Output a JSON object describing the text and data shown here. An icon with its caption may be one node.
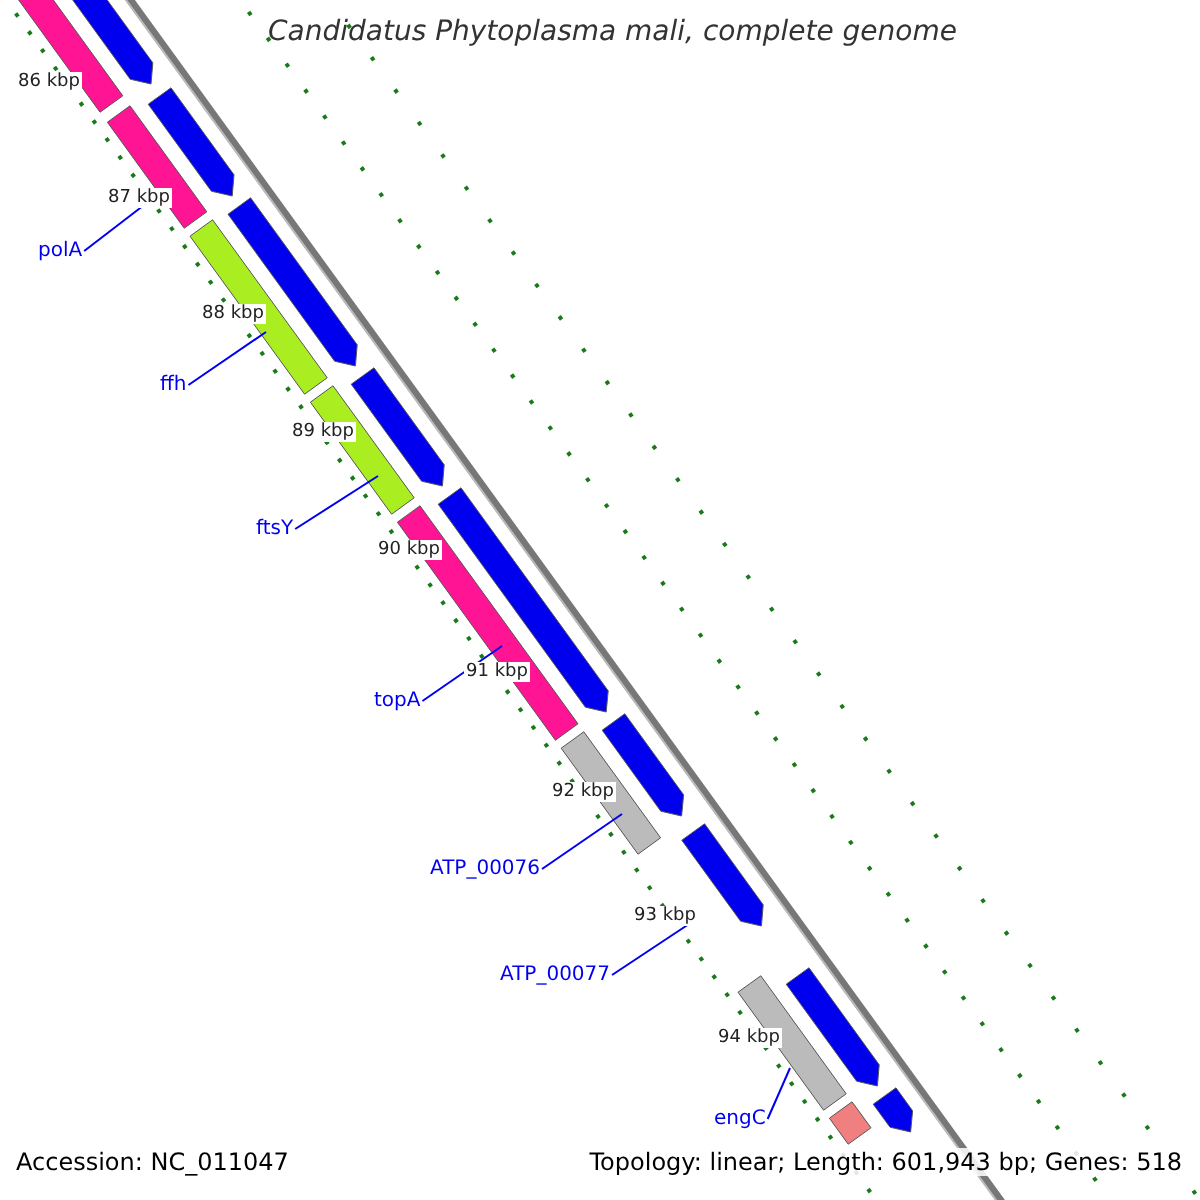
{
  "diagram": {
    "title": "Candidatus Phytoplasma mali, complete genome",
    "nodes": [
      {
        "text": [
          "polA"
        ]
      },
      {
        "text": [
          "ffh"
        ]
      },
      {
        "text": [
          "ftsY"
        ]
      },
      {
        "text": [
          "topA"
        ]
      },
      {
        "text": [
          "ATP_00076"
        ]
      },
      {
        "text": [
          "ATP_00077"
        ]
      },
      {
        "text": [
          "engC"
        ]
      },
      {
        "text": [],
        "shape": "bar"
      },
      {
        "text": [],
        "shape": "arrow"
      },
      {
        "text": [],
        "shape": "arrow"
      },
      {
        "text": [],
        "shape": "bar"
      },
      {
        "text": [],
        "shape": "arrow"
      },
      {
        "text": [],
        "shape": "bar"
      },
      {
        "text": [],
        "shape": "arrow"
      },
      {
        "text": [],
        "shape": "bar"
      },
      {
        "text": [],
        "shape": "arrow"
      },
      {
        "text": [],
        "shape": "bar"
      },
      {
        "text": [],
        "shape": "arrow"
      },
      {
        "text": [],
        "shape": "bar"
      },
      {
        "text": [],
        "shape": "arrow"
      },
      {
        "text": [],
        "shape": "arrow"
      },
      {
        "text": [],
        "shape": "bar"
      },
      {
        "text": [],
        "shape": "arrow"
      },
      {
        "text": [],
        "shape": "bar"
      }
    ],
    "edges": [
      {
        "from": 0,
        "to": 10,
        "arrow": "none"
      },
      {
        "from": 1,
        "to": 12,
        "arrow": "none"
      },
      {
        "from": 2,
        "to": 14,
        "arrow": "none"
      },
      {
        "from": 3,
        "to": 16,
        "arrow": "none"
      },
      {
        "from": 4,
        "to": 18,
        "arrow": "none"
      },
      {
        "from": 5,
        "to": 19,
        "arrow": "none"
      },
      {
        "from": 6,
        "to": 21,
        "arrow": "none"
      }
    ],
    "labels": [
      "86 kbp",
      "87 kbp",
      "88 kbp",
      "89 kbp",
      "90 kbp",
      "91 kbp",
      "92 kbp",
      "93 kbp",
      "94 kbp",
      "Accession: NC_011047",
      "Topology: linear; Length: 601,943 bp; Genes: 518"
    ]
  }
}
